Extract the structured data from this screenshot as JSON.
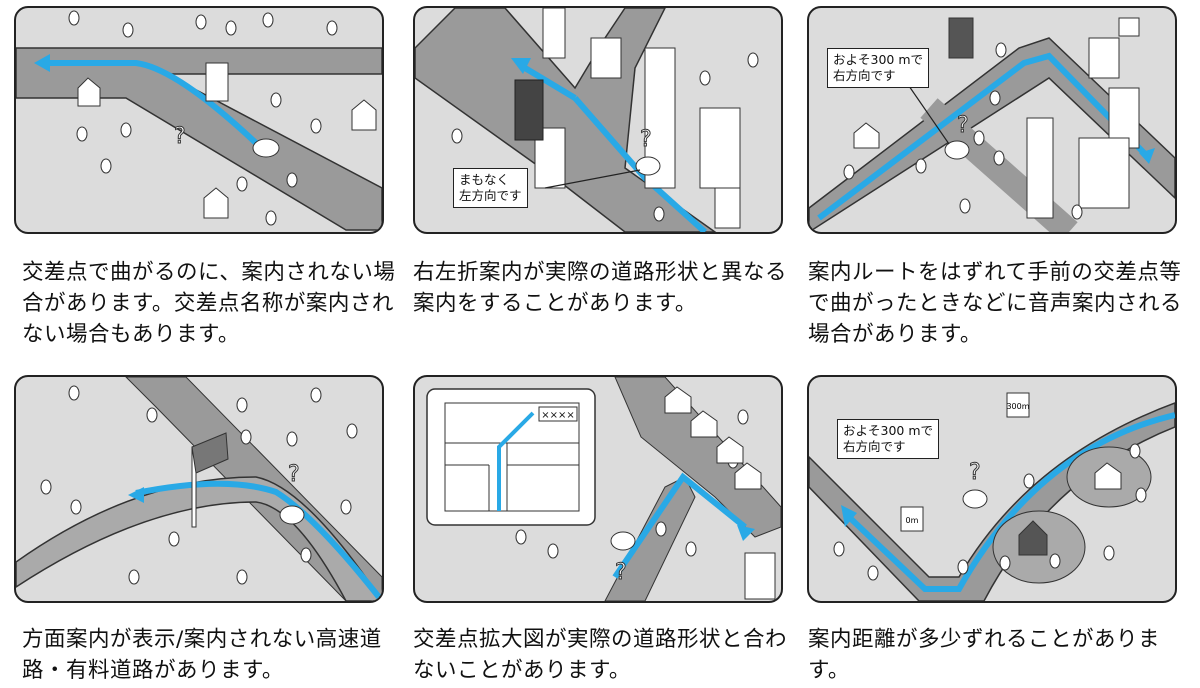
{
  "panels": [
    {
      "id": "p1",
      "caption": "交差点で曲がるのに、案内されない場合があります。交差点名称が案内されない場合もあります。"
    },
    {
      "id": "p2",
      "caption": "右左折案内が実際の道路形状と異なる案内をすることがあります。",
      "callout": "まもなく\n左方向です"
    },
    {
      "id": "p3",
      "caption": "案内ルートをはずれて手前の交差点等で曲がったときなどに音声案内される場合があります。",
      "callout": "およそ300 mで\n右方向です"
    },
    {
      "id": "p4",
      "caption": "方面案内が表示/案内されない高速道路・有料道路があります。"
    },
    {
      "id": "p5",
      "caption": "交差点拡大図が実際の道路形状と合わないことがあります。",
      "signboard": "××××"
    },
    {
      "id": "p6",
      "caption": "案内距離が多少ずれることがあります。",
      "callout": "およそ300 mで\n右方向です",
      "sign_near": "300m",
      "sign_far": "0m"
    }
  ],
  "colors": {
    "route": "#29a9e6",
    "road": "#9a9a9a",
    "ground": "#dcdcdc"
  }
}
